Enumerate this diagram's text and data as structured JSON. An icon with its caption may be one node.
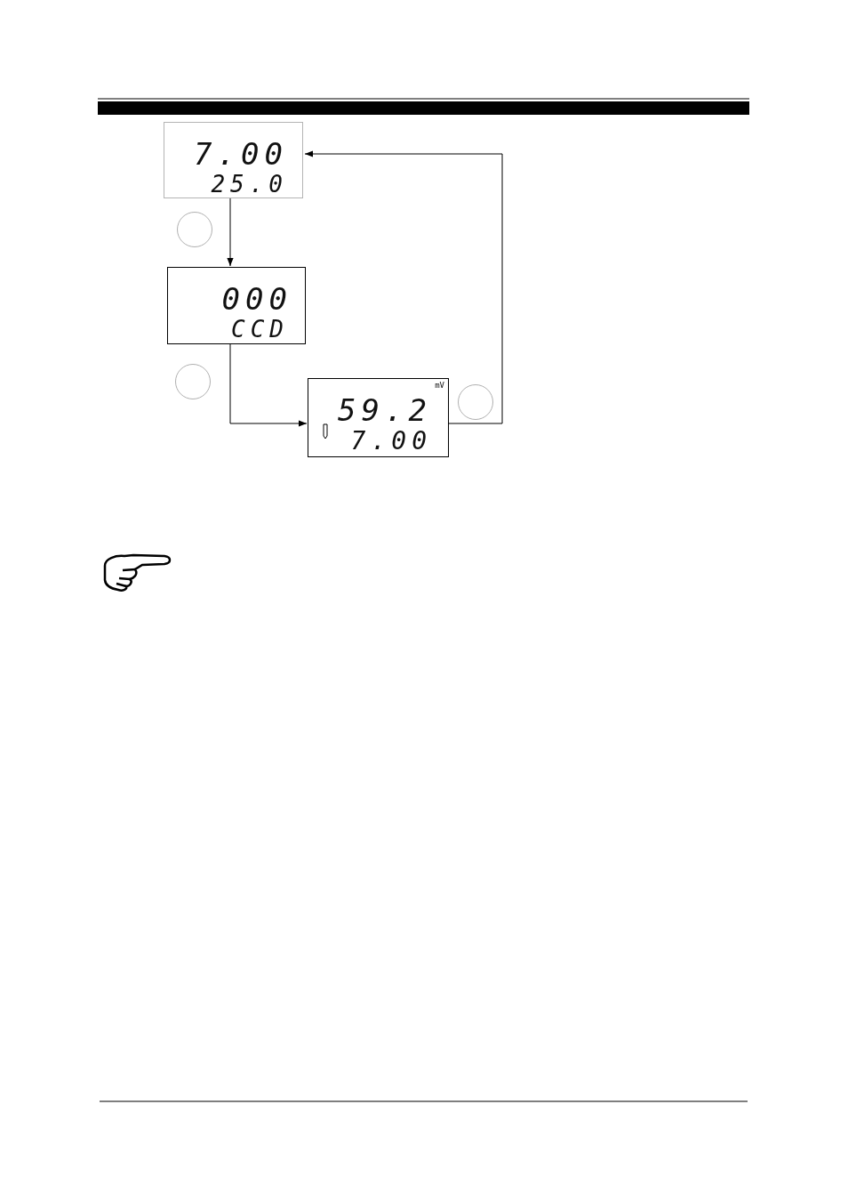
{
  "diagram": {
    "nodes": [
      {
        "text": [
          "7.00",
          "25.0"
        ]
      },
      {
        "text": [
          "000",
          "CCD"
        ]
      },
      {
        "text": [
          "mV",
          "59.2",
          "7.00"
        ]
      },
      {
        "text": [],
        "shape": "circle"
      },
      {
        "text": [],
        "shape": "circle"
      },
      {
        "text": [],
        "shape": "circle"
      }
    ],
    "edges": [
      {
        "from": 0,
        "to": 1,
        "arrow": "to"
      },
      {
        "from": 1,
        "to": 2,
        "arrow": "to"
      },
      {
        "from": 2,
        "to": 0,
        "arrow": "to"
      }
    ]
  }
}
